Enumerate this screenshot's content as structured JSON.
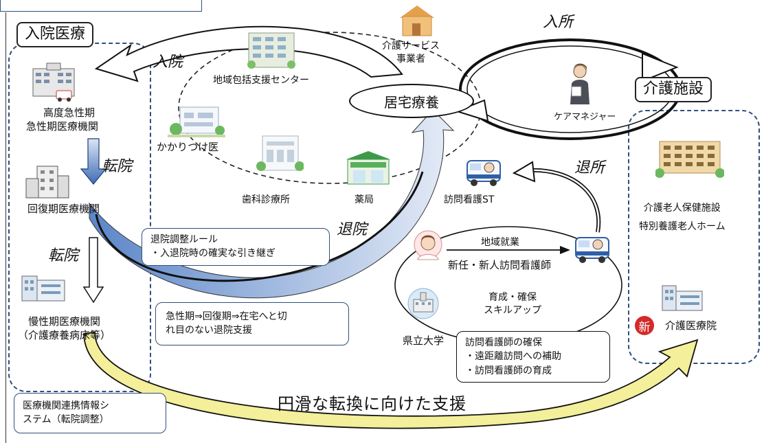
{
  "inpatient": {
    "title": "入院医療",
    "acute_line1": "高度急性期",
    "acute_line2": "急性期医療機関",
    "recovery": "回復期医療機関",
    "chronic_line1": "慢性期医療機関",
    "chronic_line2": "（介護療養病床等）",
    "transfer1": "転院",
    "transfer2": "転院"
  },
  "home_care": {
    "center": "居宅療養",
    "admission": "入院",
    "discharge": "退院",
    "community_center": "地域包括支援センター",
    "care_service_line1": "介護サービス",
    "care_service_line2": "事業者",
    "family_doctor": "かかりつけ医",
    "dental": "歯科診療所",
    "pharmacy": "薬局",
    "visiting_nursing": "訪問看護ST",
    "care_manager": "ケアマネジャー"
  },
  "care_facility": {
    "title": "介護施設",
    "enter": "入所",
    "leave": "退所",
    "facility_line1": "介護老人保健施設",
    "facility_line2": "特別養護老人ホーム",
    "new_badge": "新",
    "new_facility": "介護医療院"
  },
  "nursing": {
    "regional_work": "地域就業",
    "new_nurse": "新任・新人訪問看護師",
    "training_line1": "育成・確保",
    "training_line2": "スキルアップ",
    "university": "県立大学"
  },
  "notes": {
    "discharge_rule_line1": "退院調整ルール",
    "discharge_rule_line2": "・入退院時の確実な引き継ぎ",
    "seamless_line1": "急性期⇒回復期⇒在宅へと切",
    "seamless_line2": "れ目のない退院支援",
    "nurse_secure_line1": "訪問看護師の確保",
    "nurse_secure_line2": "・遠距離訪問への補助",
    "nurse_secure_line3": "・訪問看護師の育成",
    "info_system_line1": "医療機関連携情報シ",
    "info_system_line2": "ステム（転院調整）"
  },
  "bottom_label": "円滑な転換に向けた支援",
  "colors": {
    "dash_border": "#2e4f7a",
    "yellow_arrow": "#f3ef9a",
    "blue_arrow": "#5b86c8",
    "new_badge": "#d42a2a"
  }
}
